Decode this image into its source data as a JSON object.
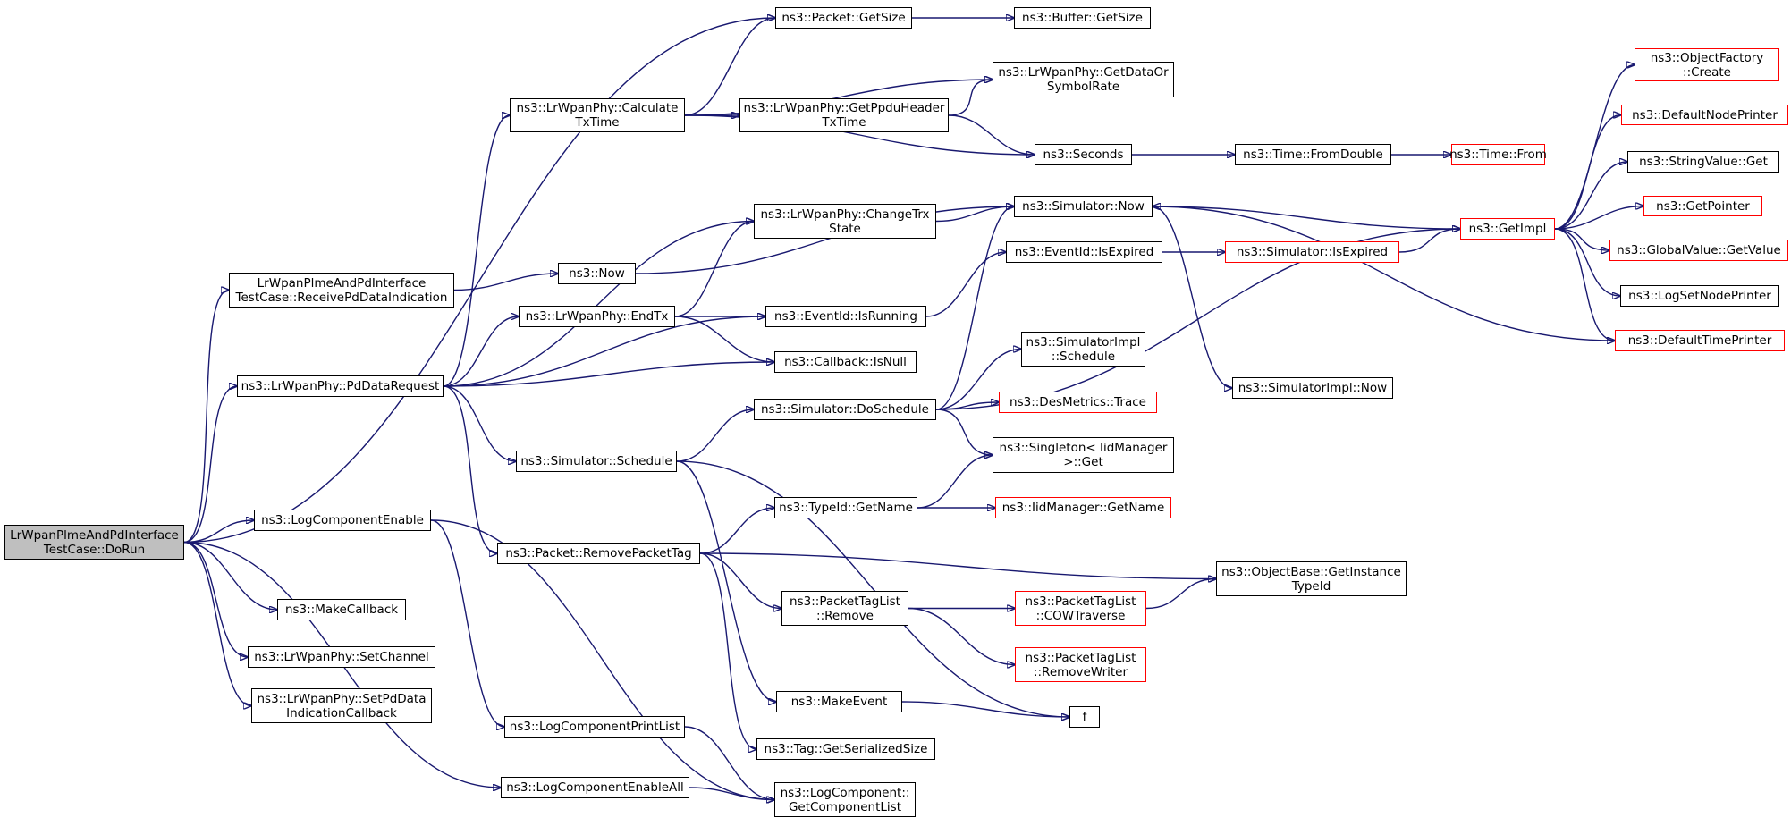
{
  "colors": {
    "edge": "#191970",
    "normal_border": "#000000",
    "truncated_border": "#ff0000",
    "root_fill": "#bfbfbf",
    "background": "#ffffff"
  },
  "nodes": [
    {
      "id": "dorun",
      "label": "LrWpanPlmeAndPdInterface\nTestCase::DoRun",
      "root": true
    },
    {
      "id": "getsize",
      "label": "ns3::Packet::GetSize"
    },
    {
      "id": "bufgetsize",
      "label": "ns3::Buffer::GetSize"
    },
    {
      "id": "calctx",
      "label": "ns3::LrWpanPhy::Calculate\nTxTime"
    },
    {
      "id": "getdataor",
      "label": "ns3::LrWpanPhy::GetDataOr\nSymbolRate"
    },
    {
      "id": "getppdu",
      "label": "ns3::LrWpanPhy::GetPpduHeader\nTxTime"
    },
    {
      "id": "seconds",
      "label": "ns3::Seconds"
    },
    {
      "id": "fromdouble",
      "label": "ns3::Time::FromDouble"
    },
    {
      "id": "timefrom",
      "label": "ns3::Time::From",
      "truncated": true
    },
    {
      "id": "objfactory",
      "label": "ns3::ObjectFactory\n::Create",
      "truncated": true
    },
    {
      "id": "defnodeprinter",
      "label": "ns3::DefaultNodePrinter",
      "truncated": true
    },
    {
      "id": "strvalget",
      "label": "ns3::StringValue::Get"
    },
    {
      "id": "getpointer",
      "label": "ns3::GetPointer",
      "truncated": true
    },
    {
      "id": "globalget",
      "label": "ns3::GlobalValue::GetValue",
      "truncated": true
    },
    {
      "id": "logsetnode",
      "label": "ns3::LogSetNodePrinter"
    },
    {
      "id": "deftimeprinter",
      "label": "ns3::DefaultTimePrinter",
      "truncated": true
    },
    {
      "id": "getimpl",
      "label": "ns3::GetImpl",
      "truncated": true
    },
    {
      "id": "simnow",
      "label": "ns3::Simulator::Now"
    },
    {
      "id": "changetrx",
      "label": "ns3::LrWpanPhy::ChangeTrx\nState"
    },
    {
      "id": "evisexp",
      "label": "ns3::EventId::IsExpired"
    },
    {
      "id": "simisexp",
      "label": "ns3::Simulator::IsExpired",
      "truncated": true
    },
    {
      "id": "recvpd",
      "label": "LrWpanPlmeAndPdInterface\nTestCase::ReceivePdDataIndication"
    },
    {
      "id": "ns3now",
      "label": "ns3::Now"
    },
    {
      "id": "endtx",
      "label": "ns3::LrWpanPhy::EndTx"
    },
    {
      "id": "isrunning",
      "label": "ns3::EventId::IsRunning"
    },
    {
      "id": "cbisnull",
      "label": "ns3::Callback::IsNull"
    },
    {
      "id": "pddatareq",
      "label": "ns3::LrWpanPhy::PdDataRequest"
    },
    {
      "id": "simimplsched",
      "label": "ns3::SimulatorImpl\n::Schedule"
    },
    {
      "id": "simimplnow",
      "label": "ns3::SimulatorImpl::Now"
    },
    {
      "id": "dosched",
      "label": "ns3::Simulator::DoSchedule"
    },
    {
      "id": "desmetrics",
      "label": "ns3::DesMetrics::Trace",
      "truncated": true
    },
    {
      "id": "simsched",
      "label": "ns3::Simulator::Schedule"
    },
    {
      "id": "singleton",
      "label": "ns3::Singleton< IidManager\n>::Get"
    },
    {
      "id": "typeidname",
      "label": "ns3::TypeId::GetName"
    },
    {
      "id": "iidname",
      "label": "ns3::IidManager::GetName",
      "truncated": true
    },
    {
      "id": "logcompenable",
      "label": "ns3::LogComponentEnable"
    },
    {
      "id": "removetag",
      "label": "ns3::Packet::RemovePacketTag"
    },
    {
      "id": "objbase",
      "label": "ns3::ObjectBase::GetInstance\nTypeId"
    },
    {
      "id": "ptlremove",
      "label": "ns3::PacketTagList\n::Remove"
    },
    {
      "id": "cowtraverse",
      "label": "ns3::PacketTagList\n::COWTraverse",
      "truncated": true
    },
    {
      "id": "makecallback",
      "label": "ns3::MakeCallback"
    },
    {
      "id": "setchannel",
      "label": "ns3::LrWpanPhy::SetChannel"
    },
    {
      "id": "removewriter",
      "label": "ns3::PacketTagList\n::RemoveWriter",
      "truncated": true
    },
    {
      "id": "setpdcb",
      "label": "ns3::LrWpanPhy::SetPdData\nIndicationCallback"
    },
    {
      "id": "makeevent",
      "label": "ns3::MakeEvent"
    },
    {
      "id": "f",
      "label": "f"
    },
    {
      "id": "logprintlist",
      "label": "ns3::LogComponentPrintList"
    },
    {
      "id": "tagserial",
      "label": "ns3::Tag::GetSerializedSize"
    },
    {
      "id": "logenableall",
      "label": "ns3::LogComponentEnableAll"
    },
    {
      "id": "logcomplist",
      "label": "ns3::LogComponent::\nGetComponentList"
    }
  ],
  "edges": [
    [
      "dorun",
      "getsize"
    ],
    [
      "dorun",
      "recvpd"
    ],
    [
      "dorun",
      "pddatareq"
    ],
    [
      "dorun",
      "logcompenable"
    ],
    [
      "dorun",
      "makecallback"
    ],
    [
      "dorun",
      "setchannel"
    ],
    [
      "dorun",
      "setpdcb"
    ],
    [
      "dorun",
      "logenableall"
    ],
    [
      "getsize",
      "bufgetsize"
    ],
    [
      "calctx",
      "getsize"
    ],
    [
      "calctx",
      "getdataor"
    ],
    [
      "calctx",
      "getppdu"
    ],
    [
      "calctx",
      "seconds"
    ],
    [
      "getppdu",
      "getdataor"
    ],
    [
      "getppdu",
      "seconds"
    ],
    [
      "seconds",
      "fromdouble"
    ],
    [
      "fromdouble",
      "timefrom"
    ],
    [
      "getimpl",
      "objfactory"
    ],
    [
      "getimpl",
      "defnodeprinter"
    ],
    [
      "getimpl",
      "strvalget"
    ],
    [
      "getimpl",
      "getpointer"
    ],
    [
      "getimpl",
      "globalget"
    ],
    [
      "getimpl",
      "logsetnode"
    ],
    [
      "getimpl",
      "deftimeprinter"
    ],
    [
      "deftimeprinter",
      "simnow"
    ],
    [
      "simnow",
      "getimpl"
    ],
    [
      "simnow",
      "simimplnow"
    ],
    [
      "changetrx",
      "simnow"
    ],
    [
      "evisexp",
      "simisexp"
    ],
    [
      "simisexp",
      "getimpl"
    ],
    [
      "recvpd",
      "ns3now"
    ],
    [
      "ns3now",
      "simnow"
    ],
    [
      "endtx",
      "changetrx"
    ],
    [
      "endtx",
      "isrunning"
    ],
    [
      "endtx",
      "cbisnull"
    ],
    [
      "isrunning",
      "evisexp"
    ],
    [
      "pddatareq",
      "calctx"
    ],
    [
      "pddatareq",
      "changetrx"
    ],
    [
      "pddatareq",
      "endtx"
    ],
    [
      "pddatareq",
      "isrunning"
    ],
    [
      "pddatareq",
      "cbisnull"
    ],
    [
      "pddatareq",
      "simsched"
    ],
    [
      "pddatareq",
      "removetag"
    ],
    [
      "dosched",
      "simnow"
    ],
    [
      "dosched",
      "getimpl"
    ],
    [
      "dosched",
      "simimplsched"
    ],
    [
      "dosched",
      "desmetrics"
    ],
    [
      "dosched",
      "singleton"
    ],
    [
      "simsched",
      "dosched"
    ],
    [
      "simsched",
      "makeevent"
    ],
    [
      "simsched",
      "f"
    ],
    [
      "typeidname",
      "singleton"
    ],
    [
      "typeidname",
      "iidname"
    ],
    [
      "logcompenable",
      "logprintlist"
    ],
    [
      "logcompenable",
      "logcomplist"
    ],
    [
      "removetag",
      "typeidname"
    ],
    [
      "removetag",
      "objbase"
    ],
    [
      "removetag",
      "ptlremove"
    ],
    [
      "removetag",
      "tagserial"
    ],
    [
      "ptlremove",
      "cowtraverse"
    ],
    [
      "ptlremove",
      "removewriter"
    ],
    [
      "cowtraverse",
      "objbase"
    ],
    [
      "makeevent",
      "f"
    ],
    [
      "logprintlist",
      "logcomplist"
    ],
    [
      "logenableall",
      "logcomplist"
    ]
  ]
}
